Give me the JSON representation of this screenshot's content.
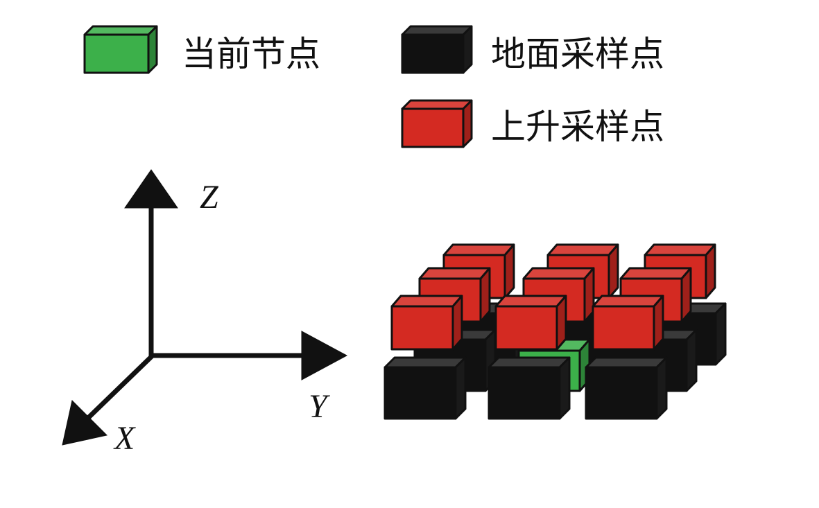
{
  "legend": [
    {
      "label": "当前节点",
      "color": "#3cb04a",
      "meaning": "current-node"
    },
    {
      "label": "地面采样点",
      "color": "#111111",
      "meaning": "ground-sample"
    },
    {
      "label": "上升采样点",
      "color": "#d42a22",
      "meaning": "raised-sample"
    }
  ],
  "axes": {
    "z": "Z",
    "y": "Y",
    "x": "X"
  },
  "grid": {
    "rows": 3,
    "cols": 3,
    "current_node": {
      "row": 1,
      "col": 1
    }
  }
}
